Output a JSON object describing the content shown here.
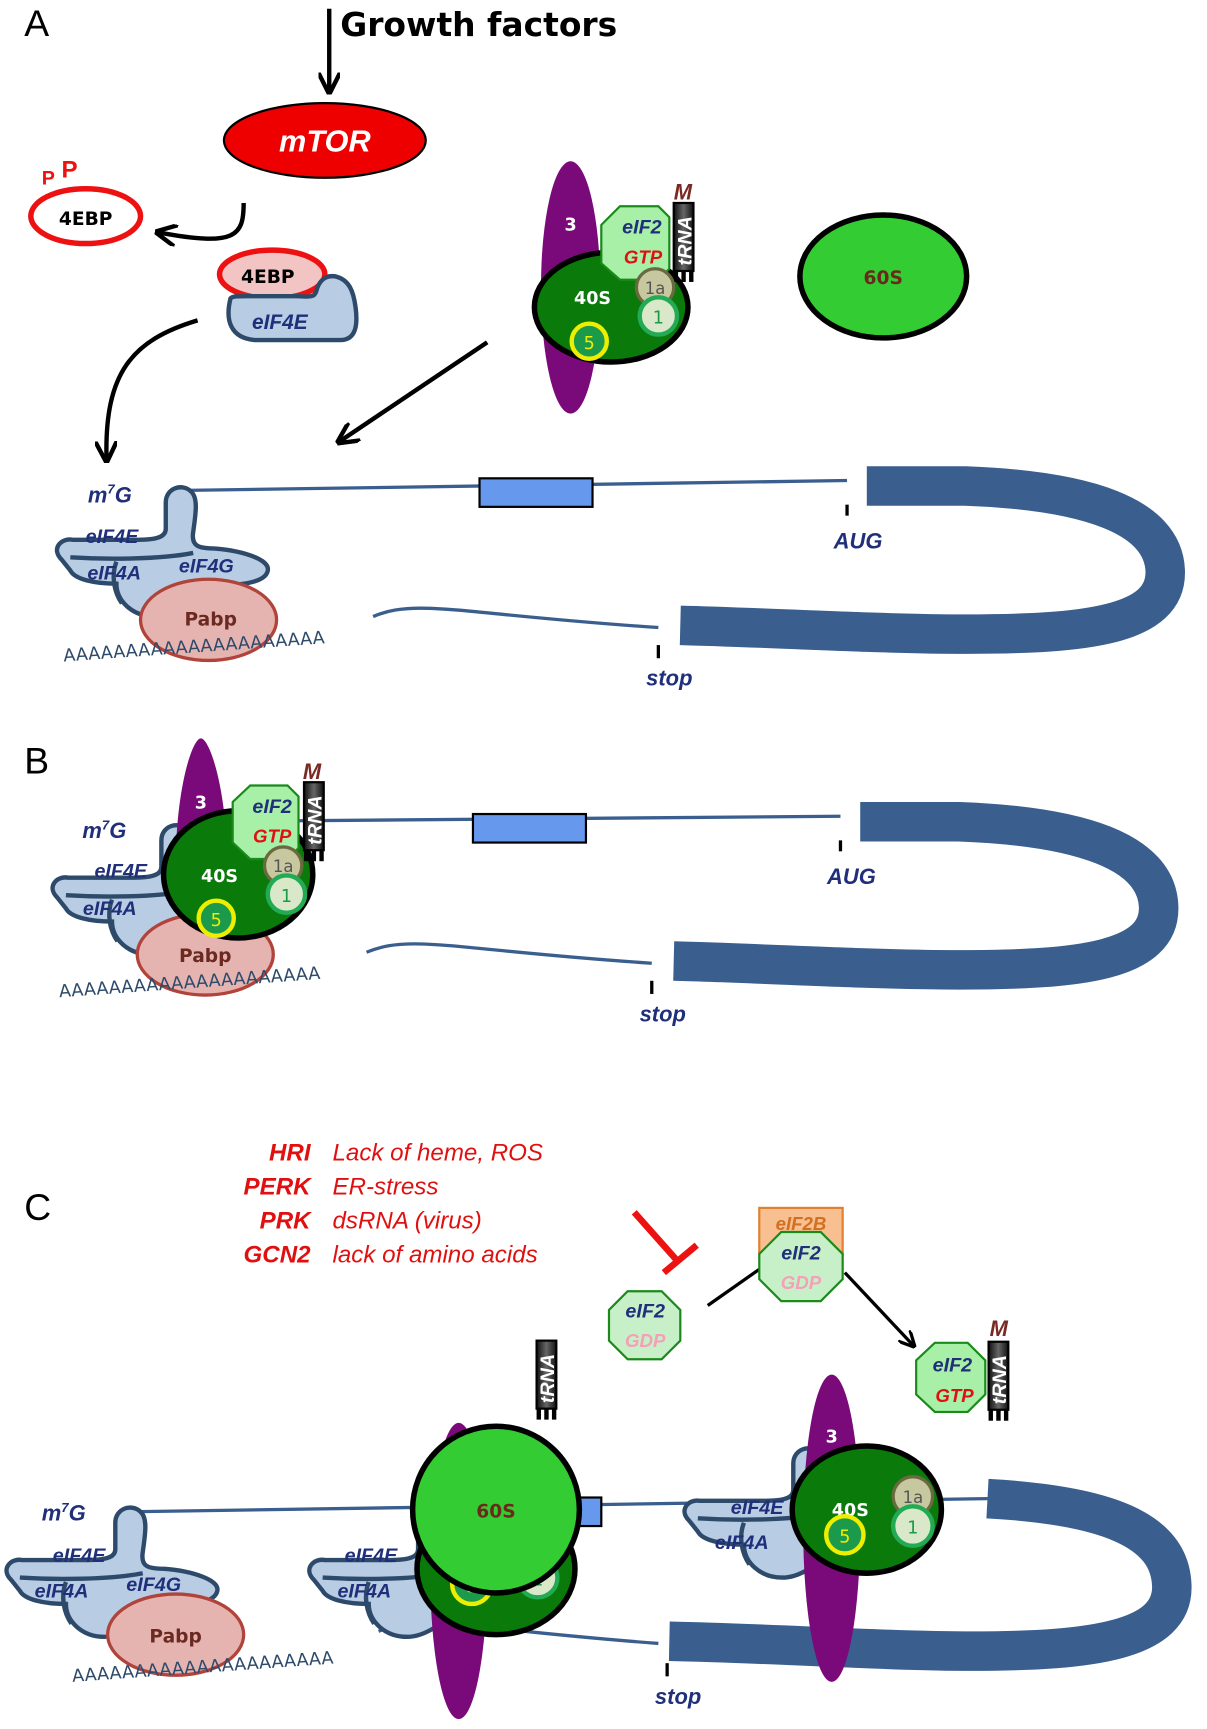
{
  "panels": {
    "a": "A",
    "b": "B",
    "c": "C"
  },
  "labels": {
    "growth_factors": "Growth factors",
    "mtor": "mTOR",
    "fourebp": "4EBP",
    "phospho": "P",
    "eif4e": "eIF4E",
    "eif4a": "eIF4A",
    "eif4g": "eIF4G",
    "m7g_base": "m",
    "m7g_sup": "7",
    "m7g_tail": "G",
    "pabp": "Pabp",
    "polya": "AAAAAAAAAAAAAAAAAAAAA",
    "aug": "AUG",
    "stop": "stop",
    "sub40s": "40S",
    "sub60s": "60S",
    "eif3": "3",
    "eif1a": "1a",
    "eif1": "1",
    "eif5": "5",
    "eif2": "eIF2",
    "gtp": "GTP",
    "gdp": "GDP",
    "eif2b": "eIF2B",
    "trna": "tRNA",
    "met": "M"
  },
  "stress_kinases": [
    {
      "kinase": "HRI",
      "cause": "Lack of heme, ROS"
    },
    {
      "kinase": "PERK",
      "cause": "ER-stress"
    },
    {
      "kinase": "PRK",
      "cause": "dsRNA (virus)"
    },
    {
      "kinase": "GCN2",
      "cause": "lack of amino acids"
    }
  ],
  "colors": {
    "mtor": "#ee0000",
    "eif4_fill": "#b8cce4",
    "eif4_stroke": "#2e4a6b",
    "mrna": "#3a5f8f",
    "pabp_fill": "#e6b4b0",
    "pabp_stroke": "#b0433a",
    "sub40s": "#0a7a0a",
    "sub60s": "#33cc33",
    "eif3": "#7a0a7a",
    "eif2_fill": "#a8f0a8",
    "eif2b_fill": "#f8c090",
    "uorf": "#6699ee"
  }
}
